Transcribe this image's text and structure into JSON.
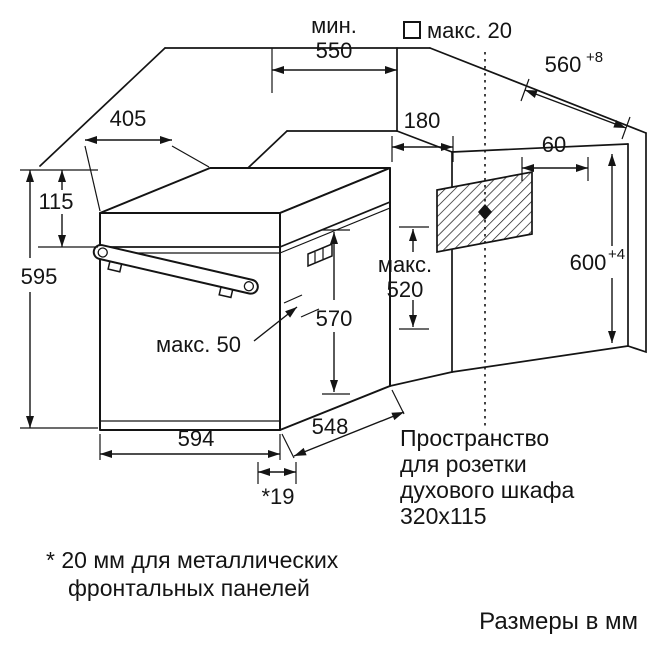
{
  "diagram": {
    "background": "#ffffff",
    "line_color": "#141414",
    "labels": {
      "min_550": {
        "line1": "мин.",
        "line2": "550"
      },
      "sq_max_20": "макс. 20",
      "dim_560": {
        "value": "560",
        "tolerance": "+8"
      },
      "dim_405": "405",
      "dim_115": "115",
      "dim_595": "595",
      "dim_180": "180",
      "dim_60": "60",
      "dim_600": {
        "value": "600",
        "tolerance": "+4"
      },
      "max_520": {
        "line1": "макс.",
        "line2": "520"
      },
      "dim_570": "570",
      "max_50": "макс. 50",
      "dim_594": "594",
      "dim_548": "548",
      "dim_19": "*19",
      "socket_note": {
        "line1": "Пространство",
        "line2": "для розетки",
        "line3": "духового шкафа",
        "line4": "320x115"
      },
      "footnote": {
        "line1": "* 20 мм для металлических",
        "line2": "фронтальных панелей"
      },
      "units_note": "Размеры в мм"
    }
  }
}
